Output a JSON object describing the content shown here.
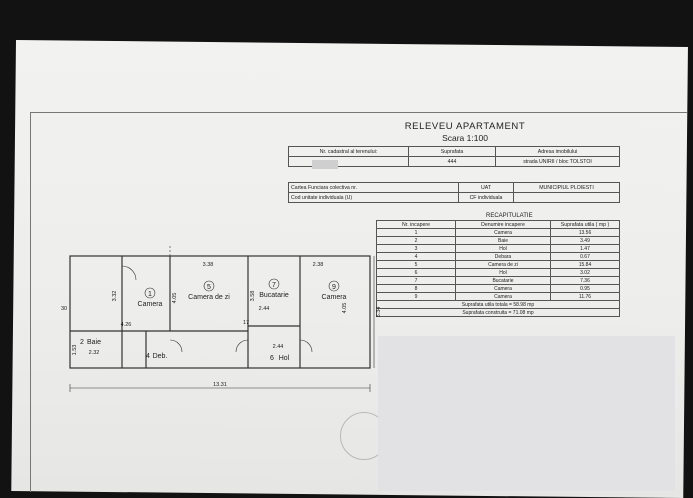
{
  "header": {
    "title": "RELEVEU APARTAMENT",
    "scale": "Scara 1:100"
  },
  "info_table": {
    "row1": [
      "Nr. cadastral al terenului:",
      "Suprafata",
      "Adresa imobilului"
    ],
    "row2": [
      "444",
      "strada UNIRII / bloc TOLSTOI"
    ]
  },
  "uat_table": {
    "row1_left": "Cartea Funciara colectiva nr.",
    "uat_label": "UAT",
    "uat_value": "MUNICIPIUL PLOIESTI",
    "row2_left": "Cod unitate individuala (U)",
    "cf_label": "CF individuala"
  },
  "recap": {
    "title": "RECAPITULATIE",
    "headers": [
      "Nr. incapere",
      "Denumire incapere",
      "Suprafata utila ( mp )"
    ],
    "rows": [
      [
        "1",
        "Camera",
        "13.56"
      ],
      [
        "2",
        "Baie",
        "3.49"
      ],
      [
        "3",
        "Hol",
        "1.47"
      ],
      [
        "4",
        "Debara",
        "0.67"
      ],
      [
        "5",
        "Camera de zi",
        "15.84"
      ],
      [
        "6",
        "Hol",
        "3.02"
      ],
      [
        "7",
        "Bucatarie",
        "7.36"
      ],
      [
        "8",
        "Camera",
        "0.95"
      ],
      [
        "9",
        "Camera",
        "11.76"
      ]
    ],
    "total_useful": "Suprafata utila totala = 58.98 mp",
    "total_built": "Suprafata construita = 71.08 mp"
  },
  "plan": {
    "rooms": [
      {
        "num": "1",
        "name": "Camera"
      },
      {
        "num": "5",
        "name": "Camera de zi"
      },
      {
        "num": "7",
        "name": "Bucatarie"
      },
      {
        "num": "9",
        "name": "Camera"
      },
      {
        "num": "2",
        "name": "Baie"
      },
      {
        "num": "4",
        "name": "Deb."
      },
      {
        "num": "6",
        "name": "Hol"
      }
    ],
    "dims": {
      "d1": "3.32",
      "d2": "4.26",
      "d3": "3.38",
      "d4": "4.05",
      "d5": "2.44",
      "d6": "2.38",
      "d7": "4.05",
      "d8": "3.58",
      "d9": "2.32",
      "d10": "1.53",
      "d11": "2.44",
      "d12": "5.34",
      "total": "13.31",
      "d13": "30",
      "d14": "17"
    }
  }
}
